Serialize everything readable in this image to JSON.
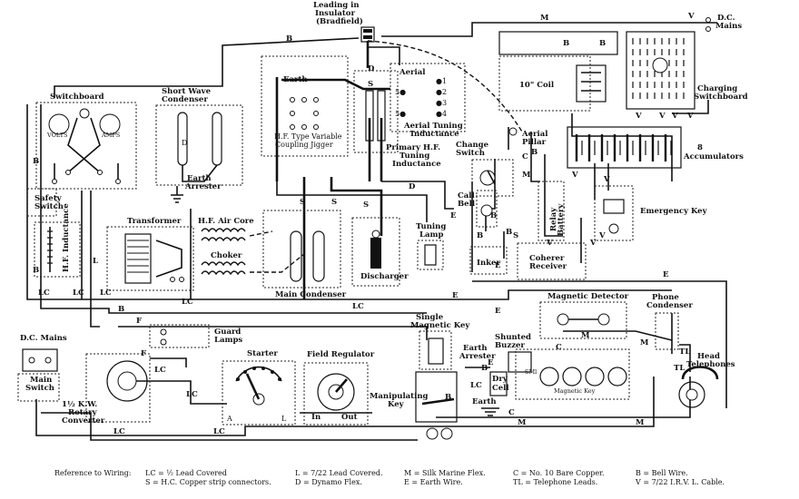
{
  "labels": {
    "leading_in": [
      "Leading in",
      "Insulator",
      "(Bradfield)"
    ],
    "switchboard": "Switchboard",
    "volts": "VOLTS",
    "amps": "AMPS",
    "short_wave": [
      "Short Wave",
      "Condenser"
    ],
    "earth_arrester": [
      "Earth",
      "Arrester"
    ],
    "safety_switch": [
      "Safety",
      "Switch"
    ],
    "hf_inductance": "H.F. Inductance",
    "transformer": "Transformer",
    "hf_air_core": "H.F. Air Core",
    "choker": "Choker",
    "main_condenser": "Main Condenser",
    "discharger": "Discharger",
    "earth": "Earth",
    "aerial": "Aerial",
    "hf_coupling": [
      "H.F. Type Variable",
      "Coupling Jigger"
    ],
    "primary_hf": [
      "Primary H.F.",
      "Tuning",
      "Inductance"
    ],
    "aerial_tuning": [
      "Aerial Tuning",
      "Inductance"
    ],
    "ten_inch_coil": "10\" Coil",
    "aerial_pillar": [
      "Aerial",
      "Pillar"
    ],
    "change_switch": [
      "Change",
      "Switch"
    ],
    "call_bell": [
      "Call",
      "Bell"
    ],
    "relay_battery": [
      "Relay",
      "Battery"
    ],
    "inker": "Inker",
    "coherer_receiver": [
      "Coherer",
      "Receiver"
    ],
    "tuning_lamp": [
      "Tuning",
      "Lamp"
    ],
    "dc_mains_top": [
      "D.C.",
      "Mains"
    ],
    "charging_switchboard": [
      "Charging",
      "Switchboard"
    ],
    "accumulators": [
      "8",
      "Accumulators"
    ],
    "emergency_key": "Emergency Key",
    "magnetic_detector": "Magnetic Detector",
    "phone_condenser": [
      "Phone",
      "Condenser"
    ],
    "head_telephones": [
      "Head",
      "Telephones"
    ],
    "guard_lamps": [
      "Guard",
      "Lamps"
    ],
    "dc_mains_left": "D.C. Mains",
    "main_switch": [
      "Main",
      "Switch"
    ],
    "rotary_converter": [
      "1½ K.W.",
      "Rotary",
      "Converter"
    ],
    "starter": "Starter",
    "field_regulator": "Field Regulator",
    "in": "In",
    "out": "Out",
    "single_magnetic_key": [
      "Single",
      "Magnetic Key"
    ],
    "manipulating_key": [
      "Manipulating",
      "Key"
    ],
    "earth_arrester_2": [
      "Earth",
      "Arrester"
    ],
    "shunted_buzzer": [
      "Shunted",
      "Buzzer"
    ],
    "dry_cell": [
      "Dry",
      "Cell"
    ],
    "earth_small": "Earth",
    "magnetic_key": "Magnetic Key",
    "sml": "SMl",
    "wire_letters": {
      "B": "B",
      "LC": "LC",
      "L": "L",
      "E": "E",
      "S": "S",
      "D": "D",
      "M": "M",
      "C": "C",
      "V": "V",
      "F": "F",
      "TL": "TL"
    }
  },
  "legend": {
    "title": "Reference to Wiring:",
    "items": [
      [
        "LC = ½ Lead Covered",
        "S = H.C. Copper strip connectors."
      ],
      [
        "L = 7/22 Lead Covered.",
        "D = Dynamo Flex."
      ],
      [
        "M = Silk Marine Flex.",
        "E = Earth Wire."
      ],
      [
        "C = No. 10 Bare Copper.",
        "TL = Telephone Leads."
      ],
      [
        "B = Bell Wire.",
        "V = 7/22 I.R.V. L. Cable."
      ]
    ]
  }
}
